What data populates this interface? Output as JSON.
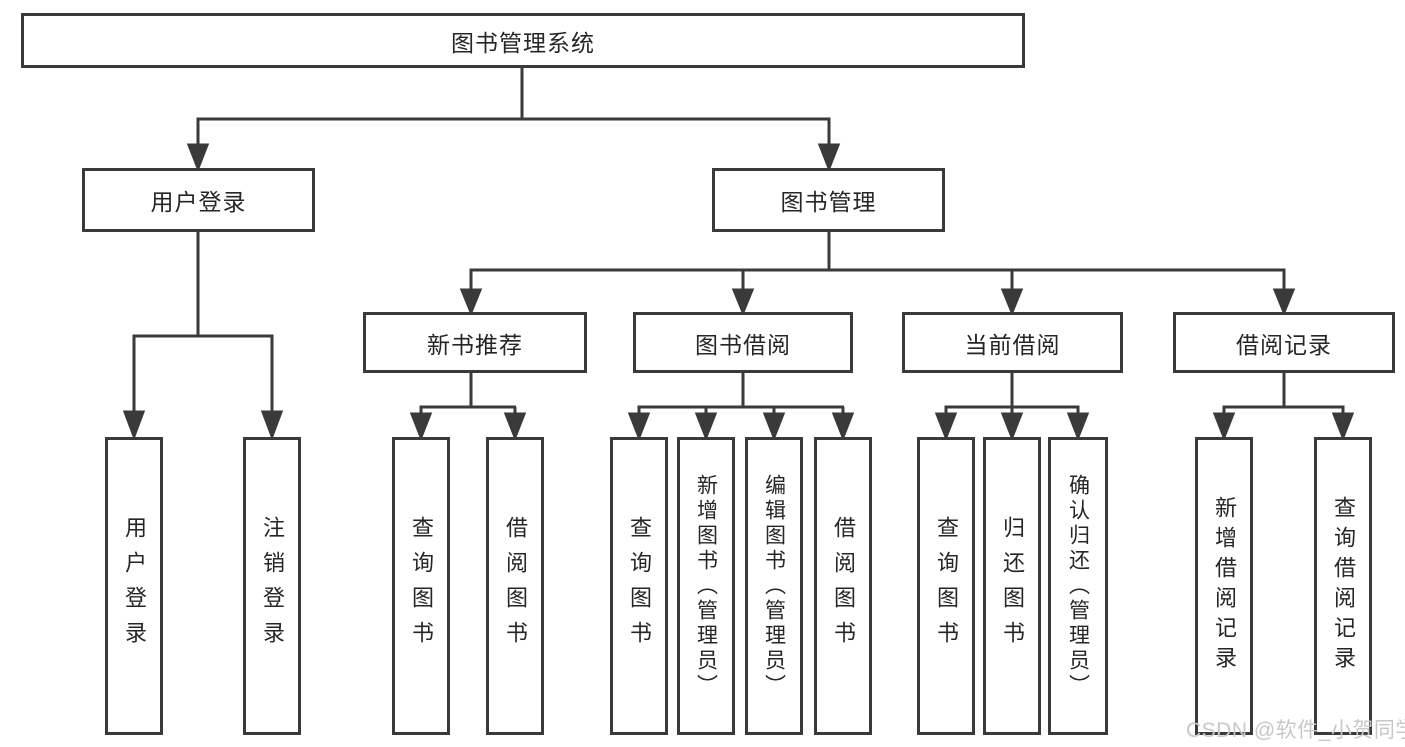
{
  "colors": {
    "line": "#3a3a3a",
    "text": "#262626",
    "background": "#ffffff",
    "watermark_text": "#c8c8c8"
  },
  "tree": {
    "root": "图书管理系统",
    "user_login": {
      "label": "用户登录",
      "children": {
        "login": "用户登录",
        "logout": "注销登录"
      }
    },
    "book_mgmt": {
      "label": "图书管理",
      "new_book_rec": {
        "label": "新书推荐",
        "children": {
          "query": "查询图书",
          "borrow": "借阅图书"
        }
      },
      "book_borrow": {
        "label": "图书借阅",
        "children": {
          "query": "查询图书",
          "add": "新增图书（管理员）",
          "edit": "编辑图书（管理员）",
          "borrow": "借阅图书"
        }
      },
      "current_borrow": {
        "label": "当前借阅",
        "children": {
          "query": "查询图书",
          "return": "归还图书",
          "confirm": "确认归还（管理员）"
        }
      },
      "borrow_records": {
        "label": "借阅记录",
        "children": {
          "add": "新增借阅记录",
          "query": "查询借阅记录"
        }
      }
    }
  },
  "watermark": "CSDN @软件_小贺同学"
}
